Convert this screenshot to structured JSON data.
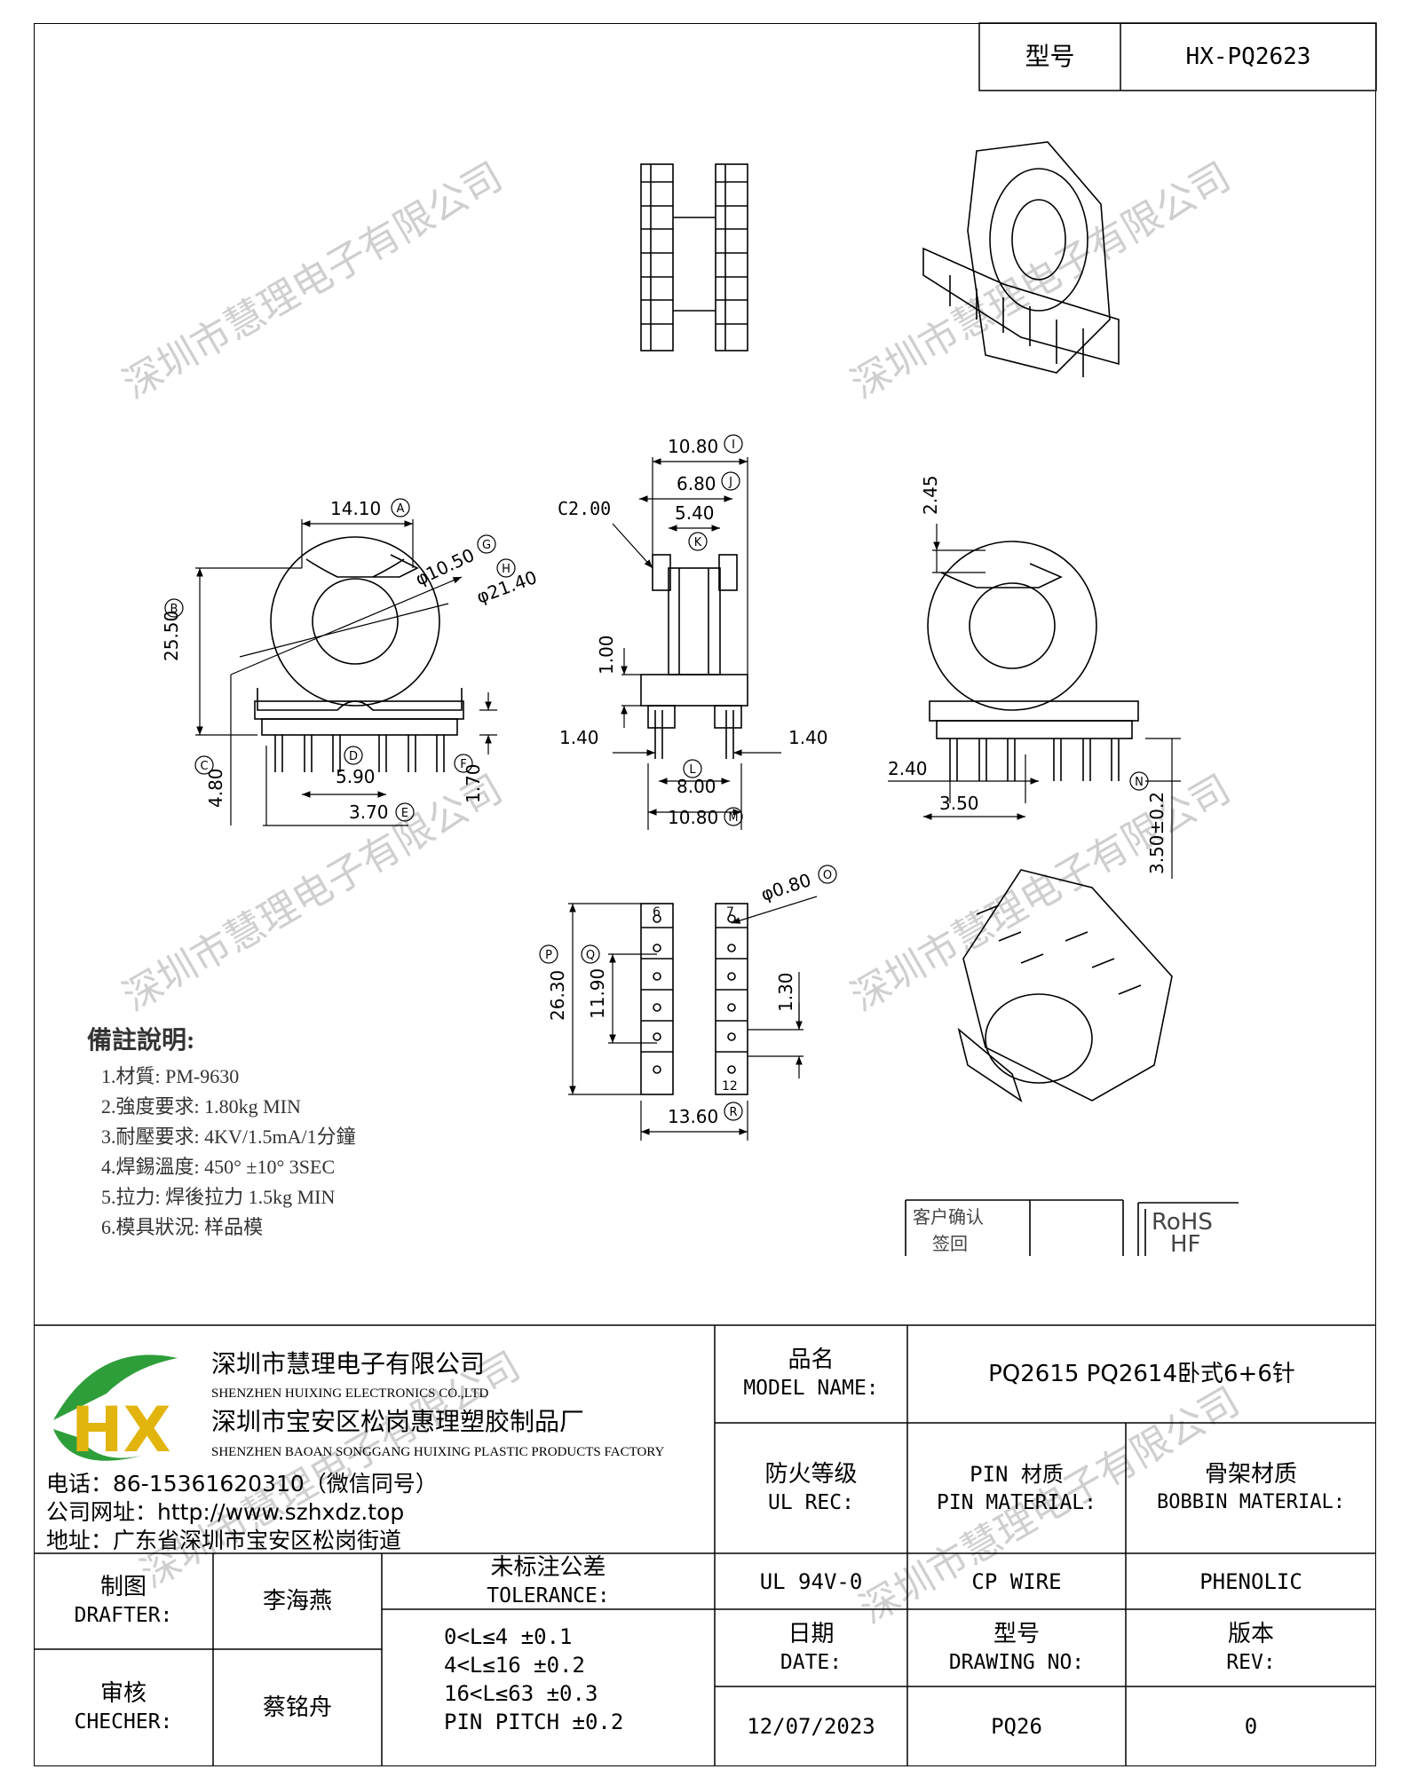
{
  "model_box": {
    "label": "型号",
    "value": "HX-PQ2623"
  },
  "dimensions": {
    "A": "14.10",
    "B": "25.50",
    "C": "4.80",
    "D": "5.90",
    "E": "3.70",
    "F": "1.70",
    "G": "φ10.50",
    "H": "φ21.40",
    "I": "10.80",
    "J": "6.80",
    "K": "5.40",
    "C2": "C2.00",
    "sv_100": "1.00",
    "sv_140_left": "1.40",
    "sv_140_right": "1.40",
    "L": "8.00",
    "M": "10.80",
    "rv_245": "2.45",
    "rv_240": "2.40",
    "rv_350": "3.50",
    "N": "3.50±0.2",
    "pin_dia": "φ0.80",
    "P": "26.30",
    "Q": "11.90",
    "R": "1.30",
    "S": "13.60",
    "circle_A": "A",
    "circle_B": "B",
    "circle_C": "C",
    "circle_D": "D",
    "circle_E": "E",
    "circle_F": "F",
    "circle_G": "G",
    "circle_H": "H",
    "circle_I": "I",
    "circle_J": "J",
    "circle_K": "K",
    "circle_L": "L",
    "circle_M": "M",
    "circle_N": "N",
    "circle_O": "O",
    "circle_P": "P",
    "circle_Q": "Q",
    "circle_R": "R",
    "pin_6": "6",
    "pin_7": "7",
    "pin_12": "12"
  },
  "notes": {
    "title": "備註說明:",
    "items": [
      "1.材質: PM-9630",
      "2.強度要求: 1.80kg MIN",
      "3.耐壓要求: 4KV/1.5mA/1分鐘",
      "4.焊錫溫度: 450° ±10°  3SEC",
      "5.拉力: 焊後拉力 1.5kg MIN",
      "6.模具狀況: 样品模"
    ]
  },
  "customer_box": {
    "line1": "客户确认",
    "line2": "签回"
  },
  "rohs": {
    "line1": "RoHS",
    "line2": "HF"
  },
  "watermark": "深圳市慧理电子有限公司",
  "company": {
    "logo_text": "HX",
    "name_cn": "深圳市慧理电子有限公司",
    "name_en": "SHENZHEN HUIXING ELECTRONICS CO.,LTD",
    "factory_cn": "深圳市宝安区松岗惠理塑胶制品厂",
    "factory_en": "SHENZHEN BAOAN SONGGANG HUIXING PLASTIC PRODUCTS FACTORY",
    "phone": "电话：86-15361620310（微信同号）",
    "website": "公司网址：http://www.szhxdz.top",
    "address": "地址：广东省深圳市宝安区松岗街道"
  },
  "title_block": {
    "model_name_cn": "品名",
    "model_name_en": "MODEL NAME:",
    "model_name_value": "PQ2615 PQ2614卧式6+6针",
    "ul_cn": "防火等级",
    "ul_en": "UL REC:",
    "pin_cn": "PIN 材质",
    "pin_en": "PIN MATERIAL:",
    "bobbin_cn": "骨架材质",
    "bobbin_en": "BOBBIN MATERIAL:",
    "ul_value": "UL 94V-0",
    "pin_value": "CP WIRE",
    "bobbin_value": "PHENOLIC",
    "drafter_cn": "制图",
    "drafter_en": "DRAFTER:",
    "drafter_name": "李海燕",
    "checker_cn": "审核",
    "checker_en": "CHECHER:",
    "checker_name": "蔡铭舟",
    "tolerance_cn": "未标注公差",
    "tolerance_en": "TOLERANCE:",
    "tolerances": [
      "0<L≤4  ±0.1",
      "4<L≤16 ±0.2",
      "16<L≤63 ±0.3",
      "PIN PITCH ±0.2"
    ],
    "date_cn": "日期",
    "date_en": "DATE:",
    "date_value": "12/07/2023",
    "drawing_cn": "型号",
    "drawing_en": "DRAWING NO:",
    "drawing_value": "PQ26",
    "rev_cn": "版本",
    "rev_en": "REV:",
    "rev_value": "0"
  }
}
